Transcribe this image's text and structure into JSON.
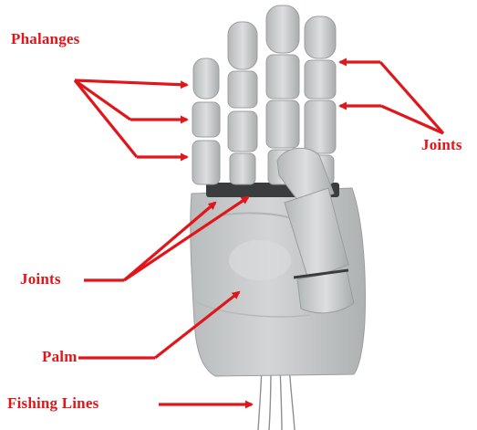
{
  "labels": {
    "phalanges": "Phalanges",
    "joints_right": "Joints",
    "joints_left": "Joints",
    "palm": "Palm",
    "fishing_lines": "Fishing Lines"
  },
  "colors": {
    "annotation_red": "#e0161b",
    "part_gray": "#c9cbcc",
    "part_shadow": "#a7aaab",
    "background": "#ffffff"
  }
}
